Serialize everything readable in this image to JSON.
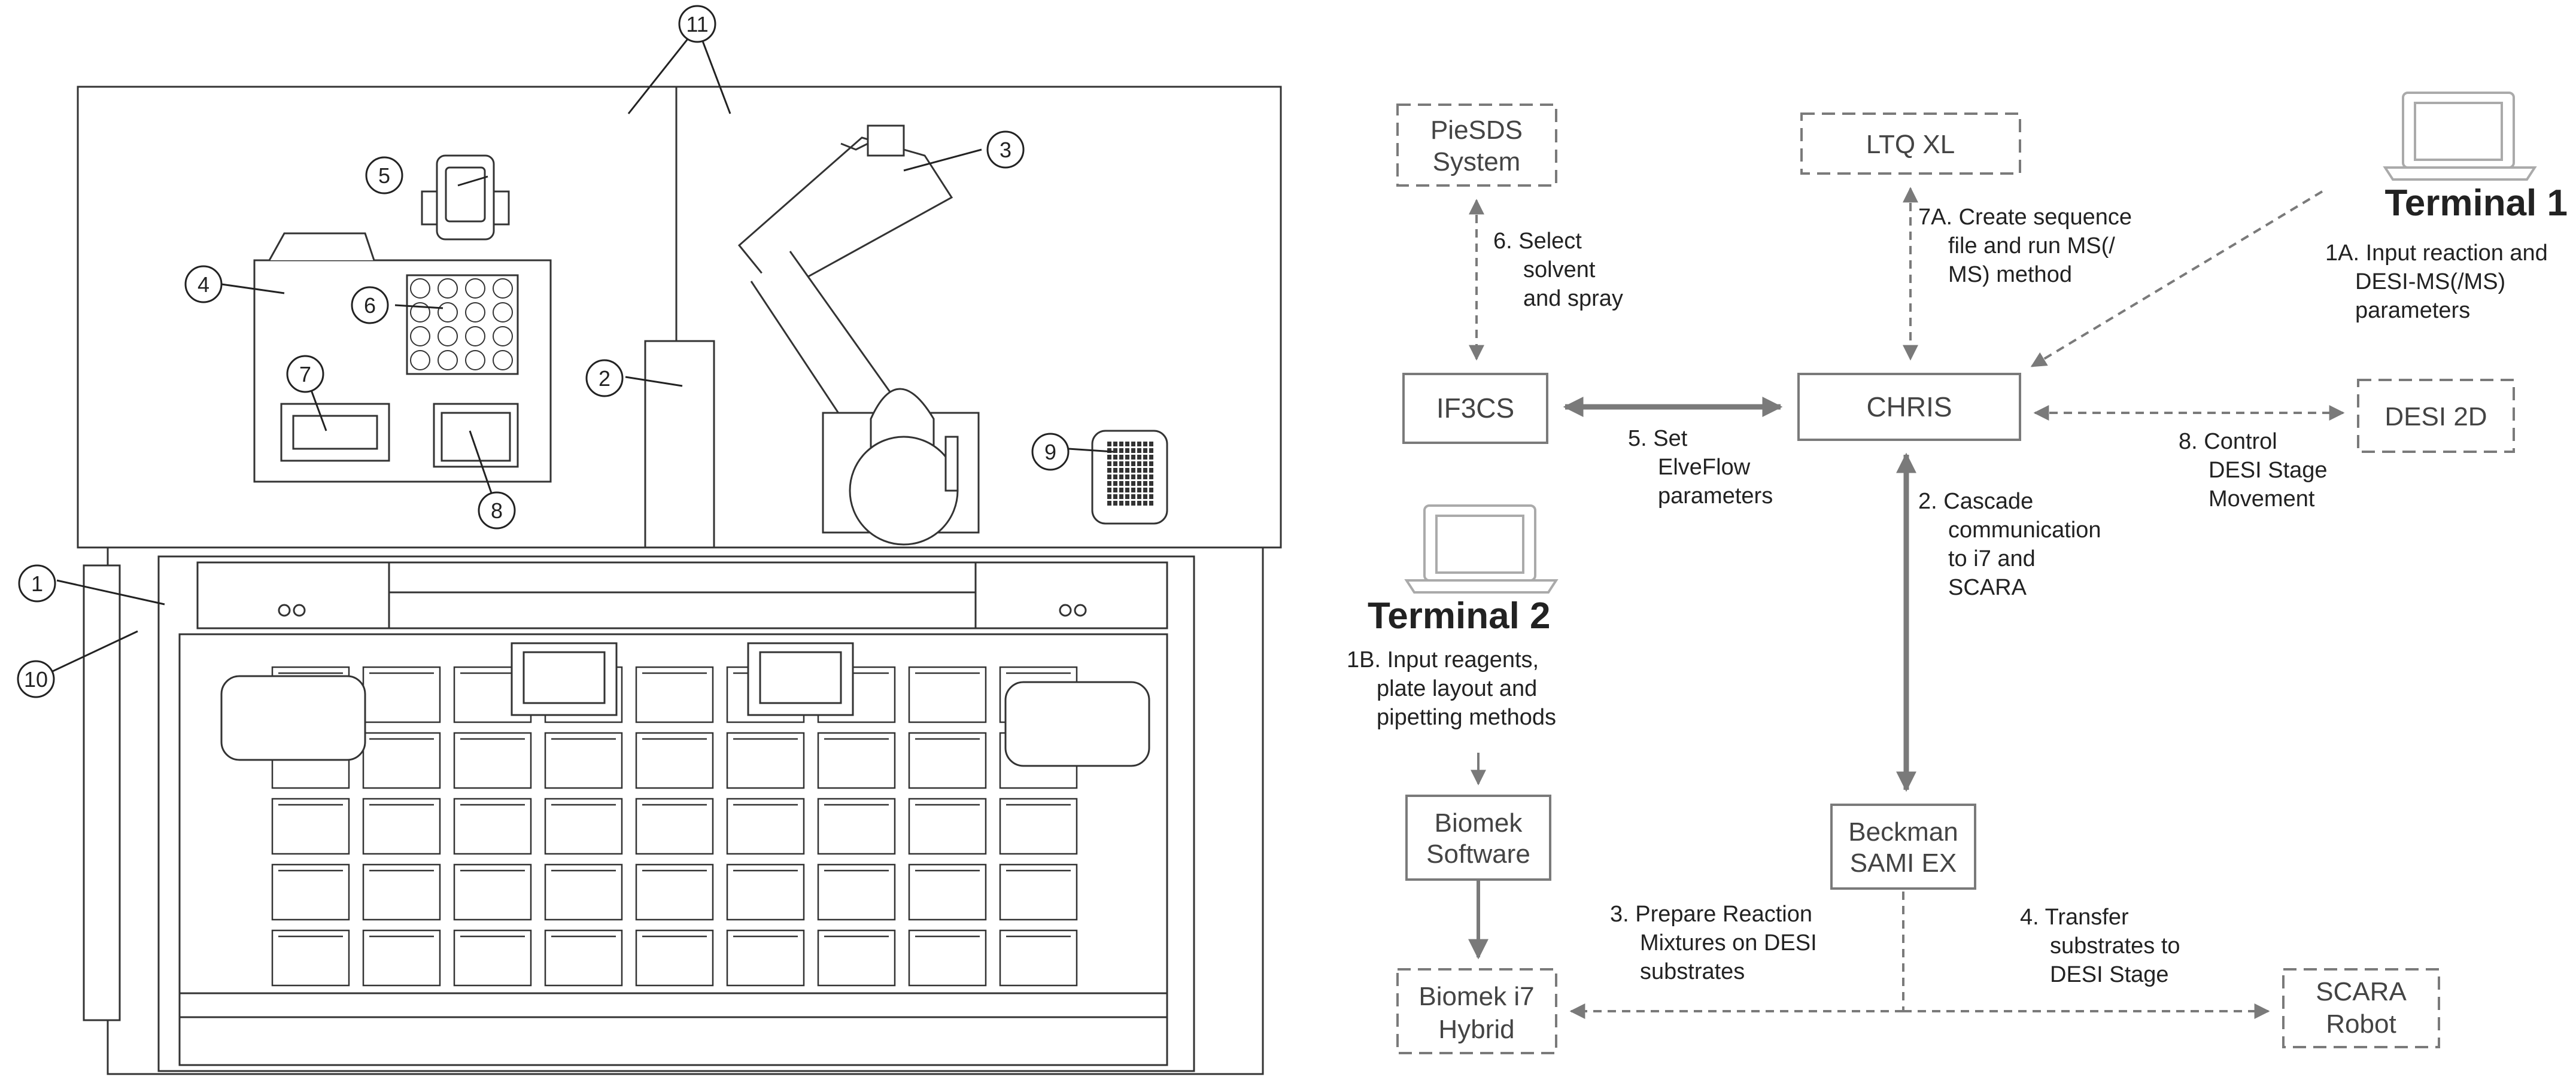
{
  "colors": {
    "line": "#333333",
    "arrow": "#7a7a7a",
    "box": "#7a7a7a",
    "text": "#222222",
    "box_text": "#444444"
  },
  "hardware": {
    "callouts": [
      "1",
      "2",
      "3",
      "4",
      "5",
      "6",
      "7",
      "8",
      "9",
      "10",
      "11"
    ]
  },
  "flow": {
    "nodes": {
      "piesds_line1": "PieSDS",
      "piesds_line2": "System",
      "ltq": "LTQ XL",
      "if3cs": "IF3CS",
      "chris": "CHRIS",
      "desi2d": "DESI 2D",
      "beckman_line1": "Beckman",
      "beckman_line2": "SAMI EX",
      "biomek_sw_line1": "Biomek",
      "biomek_sw_line2": "Software",
      "biomek_i7_line1": "Biomek i7",
      "biomek_i7_line2": "Hybrid",
      "scara_line1": "SCARA",
      "scara_line2": "Robot"
    },
    "terminals": {
      "t1": "Terminal 1",
      "t2": "Terminal 2"
    },
    "steps": {
      "s6": [
        "6.  Select",
        "solvent",
        "and spray"
      ],
      "s7a": [
        "7A.  Create sequence",
        "file and run MS(/",
        "MS) method"
      ],
      "s1a": [
        "1A.  Input reaction and",
        "DESI-MS(/MS)",
        "parameters"
      ],
      "s5": [
        "5.  Set",
        "ElveFlow",
        "parameters"
      ],
      "s8": [
        "8.  Control",
        "DESI Stage",
        "Movement"
      ],
      "s2": [
        "2.  Cascade",
        "communication",
        "to i7 and",
        "SCARA"
      ],
      "s1b": [
        "1B.  Input reagents,",
        "plate layout and",
        "pipetting methods"
      ],
      "s3": [
        "3.  Prepare Reaction",
        "Mixtures on DESI",
        "substrates"
      ],
      "s4": [
        "4.  Transfer",
        "substrates to",
        "DESI Stage"
      ]
    }
  }
}
